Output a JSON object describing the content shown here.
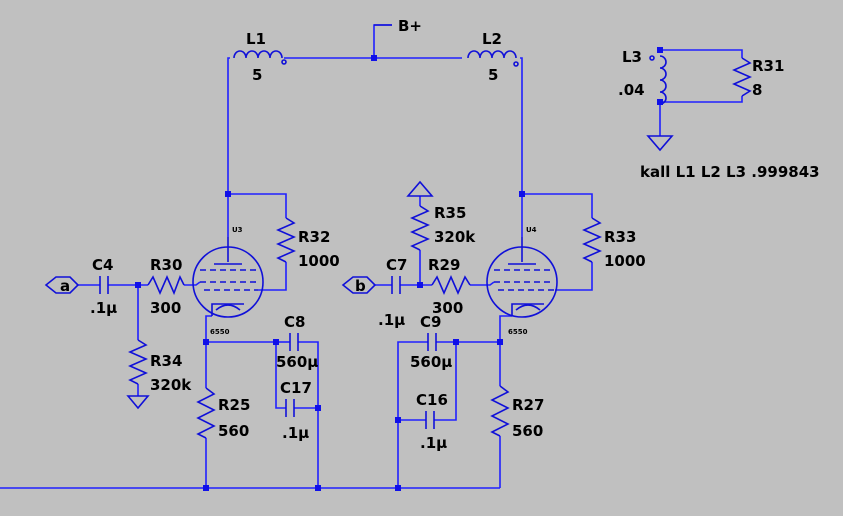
{
  "nets": {
    "supply": "B+",
    "input_a": "a",
    "input_b": "b"
  },
  "components": {
    "L1": {
      "name": "L1",
      "value": "5"
    },
    "L2": {
      "name": "L2",
      "value": "5"
    },
    "L3": {
      "name": "L3",
      "value": ".04"
    },
    "R31": {
      "name": "R31",
      "value": "8"
    },
    "R32": {
      "name": "R32",
      "value": "1000"
    },
    "R33": {
      "name": "R33",
      "value": "1000"
    },
    "R35": {
      "name": "R35",
      "value": "320k"
    },
    "R30": {
      "name": "R30",
      "value": "300"
    },
    "R29": {
      "name": "R29",
      "value": "300"
    },
    "R34": {
      "name": "R34",
      "value": "320k"
    },
    "R25": {
      "name": "R25",
      "value": "560"
    },
    "R27": {
      "name": "R27",
      "value": "560"
    },
    "C4": {
      "name": "C4",
      "value": ".1µ"
    },
    "C7": {
      "name": "C7",
      "value": ".1µ"
    },
    "C8": {
      "name": "C8",
      "value": "560µ"
    },
    "C9": {
      "name": "C9",
      "value": "560µ"
    },
    "C16": {
      "name": "C16",
      "value": ".1µ"
    },
    "C17": {
      "name": "C17",
      "value": ".1µ"
    },
    "U3": {
      "name": "U3",
      "model": "6550"
    },
    "U4": {
      "name": "U4",
      "model": "6550"
    }
  },
  "directive": "kall L1 L2 L3 .999843"
}
